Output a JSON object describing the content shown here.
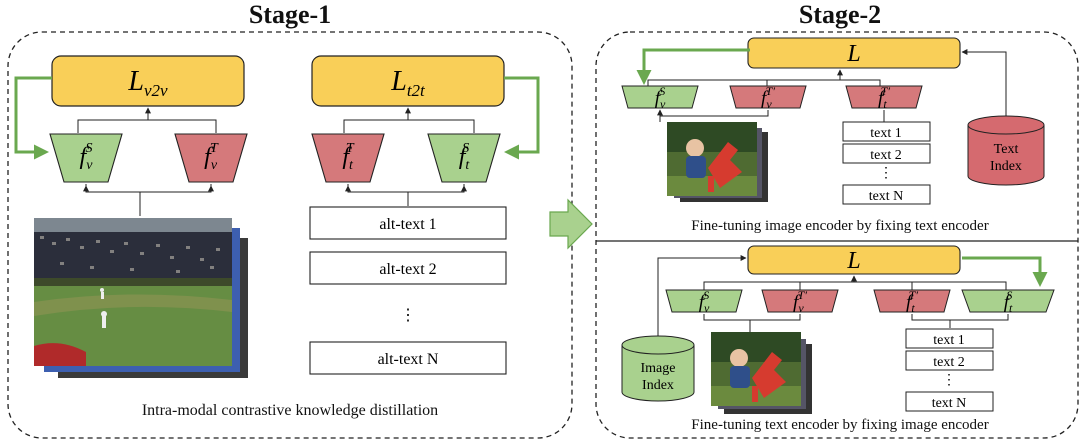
{
  "stage1": {
    "title": "Stage-1",
    "loss_v2v": {
      "base": "L",
      "sub": "v2v"
    },
    "loss_t2t": {
      "base": "L",
      "sub": "t2t"
    },
    "enc_fvS": {
      "base": "f",
      "sub": "v",
      "sup": "S"
    },
    "enc_fvT": {
      "base": "f",
      "sub": "v",
      "sup": "T"
    },
    "enc_ftT": {
      "base": "f",
      "sub": "t",
      "sup": "T"
    },
    "enc_ftS": {
      "base": "f",
      "sub": "t",
      "sup": "S"
    },
    "alt_texts": [
      "alt-text 1",
      "alt-text 2",
      "⋮",
      "alt-text N"
    ],
    "caption": "Intra-modal contrastive knowledge distillation"
  },
  "stage2": {
    "title": "Stage-2",
    "top": {
      "loss": "L",
      "enc_fvS": {
        "base": "f",
        "sub": "v",
        "sup": "S"
      },
      "enc_fvT": {
        "base": "f",
        "sub": "v",
        "sup": "T′"
      },
      "enc_ftT": {
        "base": "f",
        "sub": "t",
        "sup": "T′"
      },
      "texts": [
        "text 1",
        "text 2",
        "⋮",
        "text N"
      ],
      "index_label": [
        "Text",
        "Index"
      ],
      "caption": "Fine-tuning image encoder by fixing text encoder"
    },
    "bottom": {
      "loss": "L",
      "enc_fvS": {
        "base": "f",
        "sub": "v",
        "sup": "S"
      },
      "enc_fvT": {
        "base": "f",
        "sub": "v",
        "sup": "T′"
      },
      "enc_ftT": {
        "base": "f",
        "sub": "t",
        "sup": "T′"
      },
      "enc_ftS": {
        "base": "f",
        "sub": "t",
        "sup": "S"
      },
      "texts": [
        "text 1",
        "text 2",
        "⋮",
        "text N"
      ],
      "index_label": [
        "Image",
        "Index"
      ],
      "caption": "Fine-tuning text encoder by fixing image encoder"
    }
  },
  "colors": {
    "loss_fill": "#f9cf58",
    "student_fill": "#a9d18e",
    "teacher_fill": "#d5797b",
    "index_fill": "#d56a6f",
    "image_index_fill": "#a9d18e",
    "green_arrow": "#6aa84f",
    "stroke": "#222222"
  }
}
